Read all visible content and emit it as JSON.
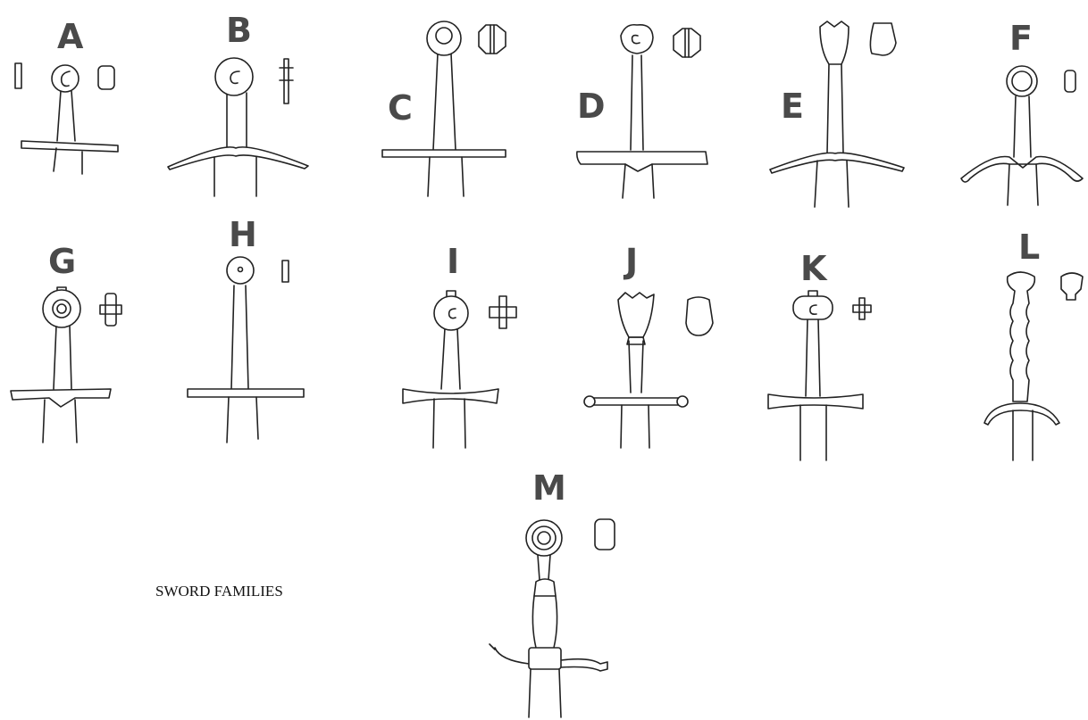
{
  "figure": {
    "caption": "SWORD FAMILIES",
    "ink_color": "#222222",
    "letter_color": "#4a4a4a"
  },
  "families": [
    {
      "label": "A"
    },
    {
      "label": "B"
    },
    {
      "label": "C"
    },
    {
      "label": "D"
    },
    {
      "label": "E"
    },
    {
      "label": "F"
    },
    {
      "label": "G"
    },
    {
      "label": "H"
    },
    {
      "label": "I"
    },
    {
      "label": "J"
    },
    {
      "label": "K"
    },
    {
      "label": "L"
    },
    {
      "label": "M"
    }
  ]
}
